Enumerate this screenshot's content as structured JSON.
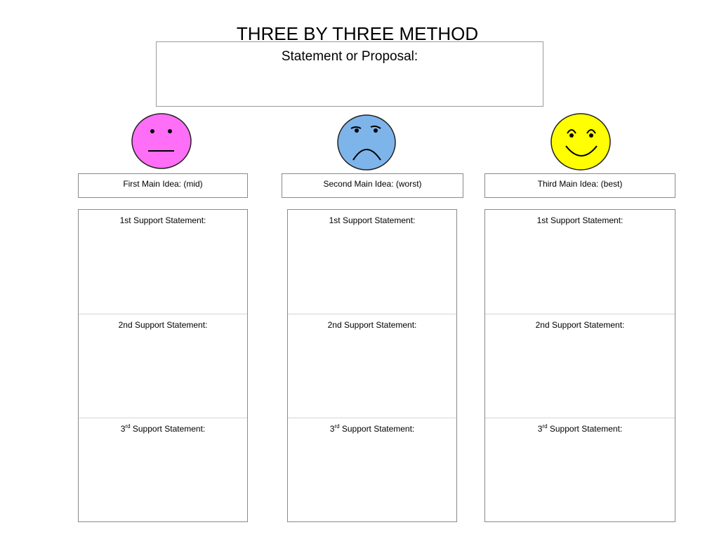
{
  "title": "THREE BY THREE METHOD",
  "statement_label": "Statement or Proposal:",
  "faces": [
    {
      "mood": "neutral",
      "icon": "neutral-face-icon",
      "color": "#ff6ef7"
    },
    {
      "mood": "sad",
      "icon": "sad-face-icon",
      "color": "#7db4ea"
    },
    {
      "mood": "happy",
      "icon": "smiley-face-icon",
      "color": "#ffff00"
    }
  ],
  "ideas": [
    {
      "label": "First Main Idea: (mid)"
    },
    {
      "label": "Second Main Idea: (worst)"
    },
    {
      "label": "Third Main Idea: (best)"
    }
  ],
  "support": {
    "first": "1st Support Statement:",
    "second": "2nd Support Statement:",
    "third_prefix": "3",
    "third_sup": "rd",
    "third_suffix": " Support Statement:"
  }
}
